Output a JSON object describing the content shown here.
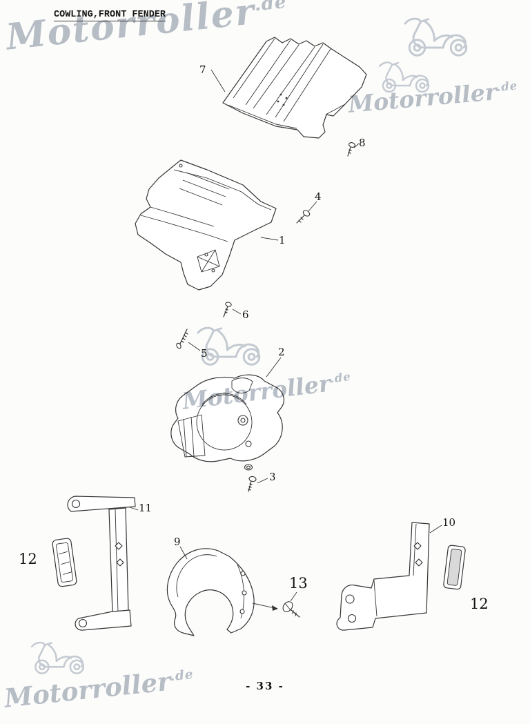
{
  "page": {
    "title": "COWLING,FRONT FENDER",
    "page_number": "- 33 -"
  },
  "watermark": {
    "brand": "Motorroller",
    "tld": ".de"
  },
  "part_labels": {
    "p7": "7",
    "p8": "8",
    "p4": "4",
    "p1": "1",
    "p6": "6",
    "p5": "5",
    "p2": "2",
    "p3": "3",
    "p11": "11",
    "p12_left": "12",
    "p9": "9",
    "p13": "13",
    "p10": "10",
    "p12_right": "12"
  }
}
